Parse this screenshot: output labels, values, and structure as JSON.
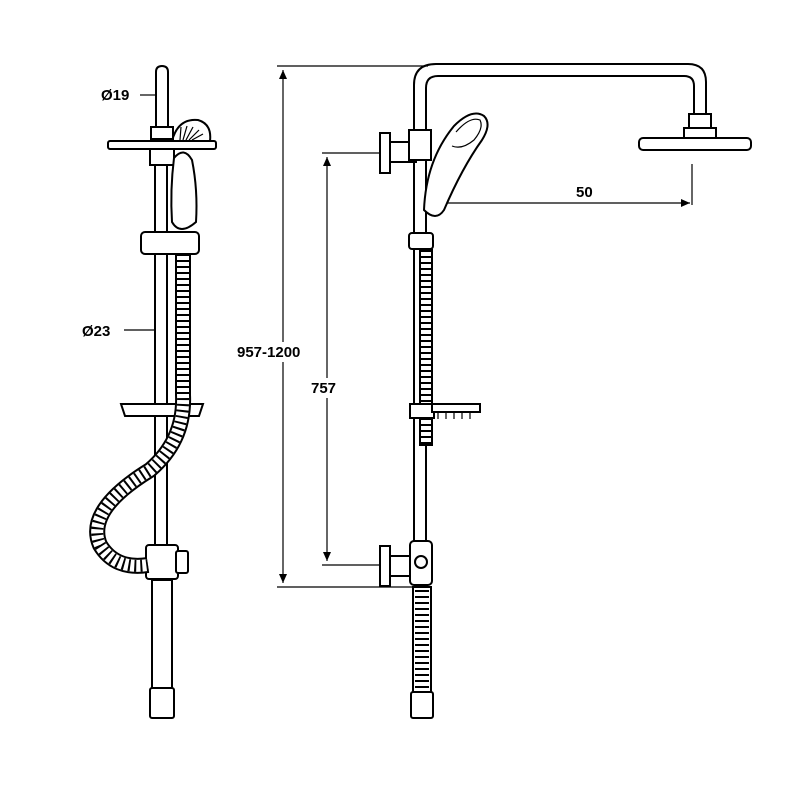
{
  "diagram": {
    "labels": {
      "pipe_diameter_top": "Ø19",
      "rail_diameter": "Ø23",
      "total_height": "957-1200",
      "bracket_spacing": "757",
      "arm_reach": "50"
    },
    "colors": {
      "line": "#000000",
      "background": "#ffffff"
    }
  }
}
